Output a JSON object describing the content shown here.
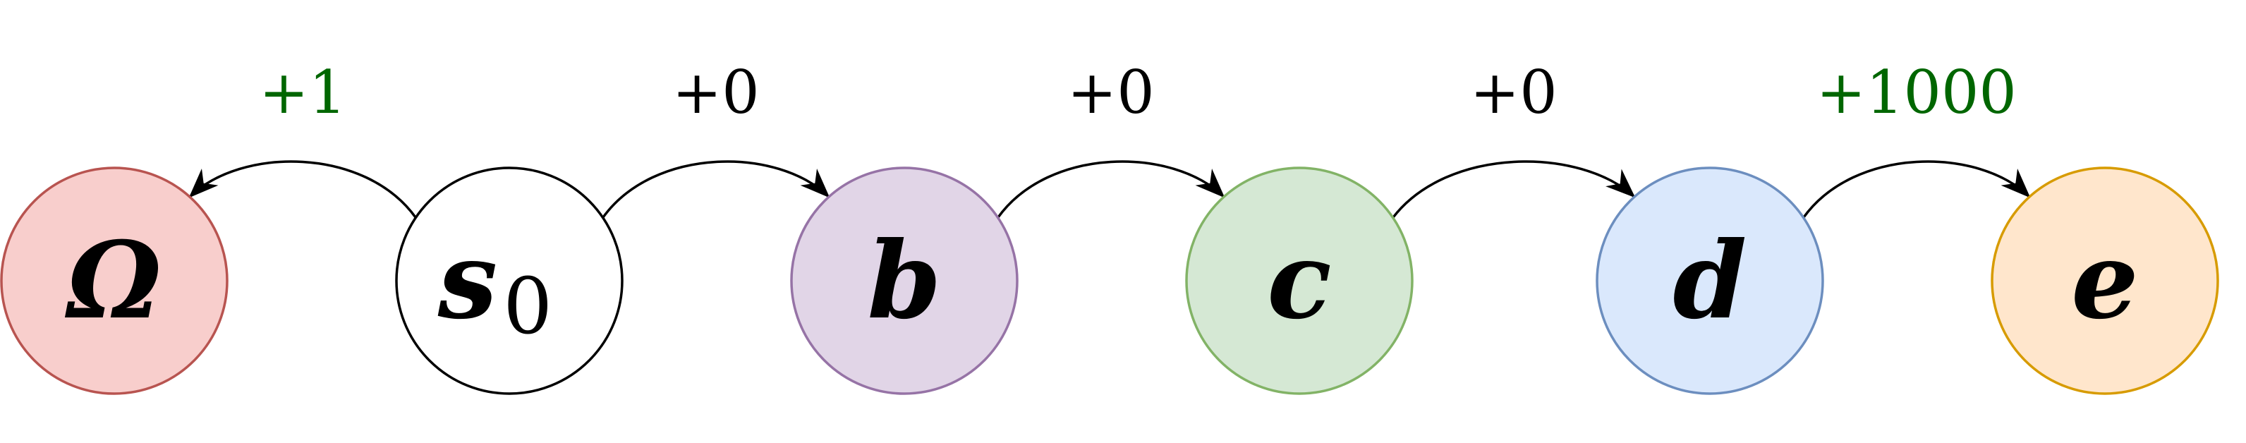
{
  "nodes": [
    {
      "id": "omega",
      "label": "Ω",
      "subscript": "",
      "fill": "#f8cecc",
      "stroke": "#b85450"
    },
    {
      "id": "s0",
      "label": "s",
      "subscript": "0",
      "fill": "#ffffff",
      "stroke": "#000000"
    },
    {
      "id": "b",
      "label": "b",
      "subscript": "",
      "fill": "#e1d5e7",
      "stroke": "#9673a6"
    },
    {
      "id": "c",
      "label": "c",
      "subscript": "",
      "fill": "#d5e8d4",
      "stroke": "#82b366"
    },
    {
      "id": "d",
      "label": "d",
      "subscript": "",
      "fill": "#dae8fc",
      "stroke": "#6c8ebf"
    },
    {
      "id": "e",
      "label": "e",
      "subscript": "",
      "fill": "#ffe6cc",
      "stroke": "#d79b00"
    }
  ],
  "edges": [
    {
      "from": "s0",
      "to": "omega",
      "reward": "+1",
      "color": "#006600"
    },
    {
      "from": "s0",
      "to": "b",
      "reward": "+0",
      "color": "#000000"
    },
    {
      "from": "b",
      "to": "c",
      "reward": "+0",
      "color": "#000000"
    },
    {
      "from": "c",
      "to": "d",
      "reward": "+0",
      "color": "#000000"
    },
    {
      "from": "d",
      "to": "e",
      "reward": "+1000",
      "color": "#006600"
    }
  ]
}
